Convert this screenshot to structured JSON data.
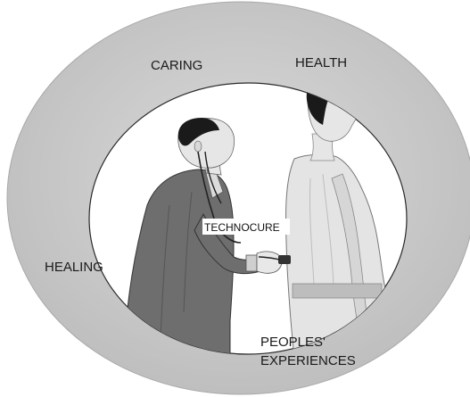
{
  "labels": {
    "caring": "CARING",
    "health": "HEALTH",
    "healing": "HEALING",
    "technocure": "TECHNOCURE",
    "peoples_line1": "PEOPLES'",
    "peoples_line2": "EXPERIENCES"
  },
  "colors": {
    "outer_ring": "#cfcfcf",
    "inner_circle": "#ffffff",
    "doctor_coat": "#6e6e6e",
    "patient_body": "#e4e4e4",
    "hair": "#1a1a1a",
    "text": "#1a1a1a"
  },
  "icons": {
    "doctor": "doctor-with-stethoscope-icon",
    "patient": "patient-figure-icon"
  }
}
